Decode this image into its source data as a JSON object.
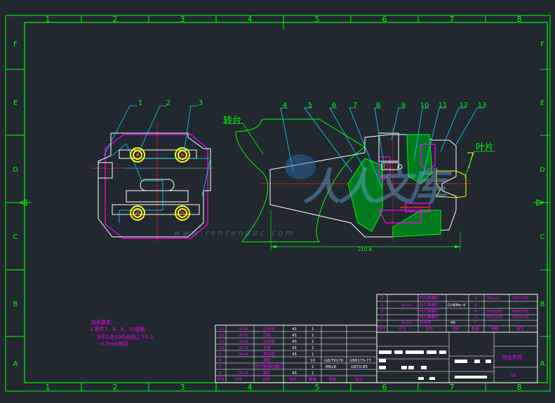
{
  "frame": {
    "col_numbers": [
      "1",
      "2",
      "3",
      "4",
      "5",
      "6",
      "7",
      "8"
    ],
    "row_letters": [
      "F",
      "E",
      "D",
      "C",
      "B",
      "A"
    ]
  },
  "callouts": [
    "1",
    "2",
    "3",
    "4",
    "5",
    "6",
    "7",
    "8",
    "9",
    "10",
    "11",
    "12",
    "13"
  ],
  "labels": {
    "turntable": "转台",
    "blade": "叶片",
    "dimension": "210.8"
  },
  "watermark": {
    "text": "人人文库",
    "url": "w w w . r e n r e n d o c . c o m"
  },
  "tech_notes": {
    "title": "技术要求:",
    "line1": "1.零件7、8、9、10固紧。",
    "line2": "9可以在10中自由上下0.1",
    "line3": "~0.5mm移动."
  },
  "bom_top": [
    {
      "no": "4",
      "code": "",
      "name": "内六角螺钉",
      "qty": "4",
      "spec": "M3x12",
      "std": "GB70-85"
    },
    {
      "no": "3",
      "code": "I4-04",
      "name": "内六角螺钉",
      "mat": "CrWMn-4",
      "qty": "1",
      "spec": "",
      "std": ""
    },
    {
      "no": "2",
      "code": "",
      "name": "内六角螺钉",
      "qty": "4",
      "spec": "M10x30",
      "std": "GB70-85"
    },
    {
      "no": "1",
      "code": "",
      "name": "内六角螺钉",
      "qty": "2",
      "spec": "M10x25",
      "std": "GB70-85"
    },
    {
      "no": "",
      "code": "I4-03",
      "name": "夹具体",
      "mat": "45",
      "qty": "1",
      "spec": "",
      "std": ""
    }
  ],
  "bom_top_header": [
    "序号",
    "代号",
    "名称",
    "材料",
    "数量",
    "规格",
    "备注"
  ],
  "bom_main": [
    {
      "no": "13",
      "code": "I4-08",
      "name": "压紧块",
      "mat": "45",
      "qty": "1"
    },
    {
      "no": "12",
      "code": "I4-07",
      "name": "压板",
      "mat": "45",
      "qty": "1"
    },
    {
      "no": "11",
      "code": "I4-06",
      "name": "支承板",
      "mat": "45",
      "qty": "1"
    },
    {
      "no": "10",
      "code": "I4-05",
      "name": "支座",
      "mat": "45",
      "qty": "1"
    },
    {
      "no": "9",
      "code": "I4-04",
      "name": "顶尖座",
      "mat": "45",
      "qty": "1"
    },
    {
      "no": "8",
      "code": "",
      "name": "螺母",
      "mat": "",
      "qty": "10",
      "spec": "GB/T6170",
      "std": "GB6170-77"
    },
    {
      "no": "7",
      "code": "",
      "name": "内六角圆柱螺钉",
      "mat": "",
      "qty": "1",
      "spec": "M6x8",
      "std": "GB70-85"
    },
    {
      "no": "6",
      "code": "I4-03",
      "name": "螺钉",
      "mat": "45",
      "qty": "1"
    }
  ],
  "bom_main_header": [
    "序号",
    "代号",
    "名称",
    "材料",
    "数量",
    "规格",
    "备注"
  ],
  "title_block": {
    "drawing_name": "转台夹具",
    "drawing_no": "I4"
  }
}
